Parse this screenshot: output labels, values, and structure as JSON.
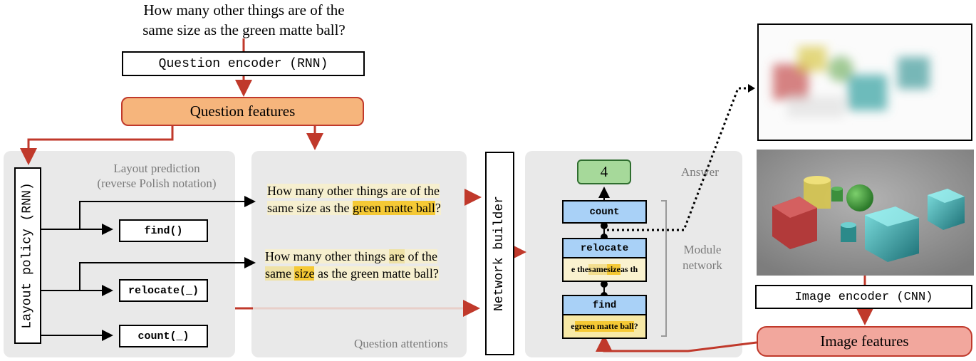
{
  "question": "How many other things are of the same size as the green matte ball?",
  "question_line1": "How many other things are of the",
  "question_line2": "same size as the green matte ball?",
  "question_encoder": "Question encoder (RNN)",
  "question_features": "Question features",
  "layout_policy": "Layout policy (RNN)",
  "layout_prediction_line1": "Layout prediction",
  "layout_prediction_line2": "(reverse Polish notation)",
  "functions": [
    "find()",
    "relocate(_)",
    "count(_)"
  ],
  "attention1": {
    "line1": "How many other things are of the",
    "line2_pre": "same size as the ",
    "line2_hi": "green matte ball",
    "line2_post": "?"
  },
  "attention2": {
    "line1_pre": "How many other things ",
    "line1_mid": "are",
    "line1_post": " of the",
    "line2_pre": "same ",
    "line2_hi": "size",
    "line2_post": " as the green matte ball?"
  },
  "question_attentions": "Question attentions",
  "network_builder": "Network builder",
  "answer_value": "4",
  "answer_label": "Answer",
  "modules": {
    "count": "count",
    "relocate": "relocate",
    "find": "find"
  },
  "relocate_strip": {
    "pre": "e the ",
    "w1": "same",
    "mid": " ",
    "w2": "size",
    "post": " as th"
  },
  "find_strip": {
    "pre": "e ",
    "hi": "green matte ball",
    "post": " ?"
  },
  "module_network_line1": "Module",
  "module_network_line2": "network",
  "image_encoder": "Image encoder (CNN)",
  "image_features": "Image features",
  "colors": {
    "arrow_red": "#c0392b",
    "orange": "#f6b57c",
    "pink": "#f2a79d",
    "blue": "#a9d1f7",
    "green": "#a6d99a",
    "panel": "#e9e9e9"
  }
}
